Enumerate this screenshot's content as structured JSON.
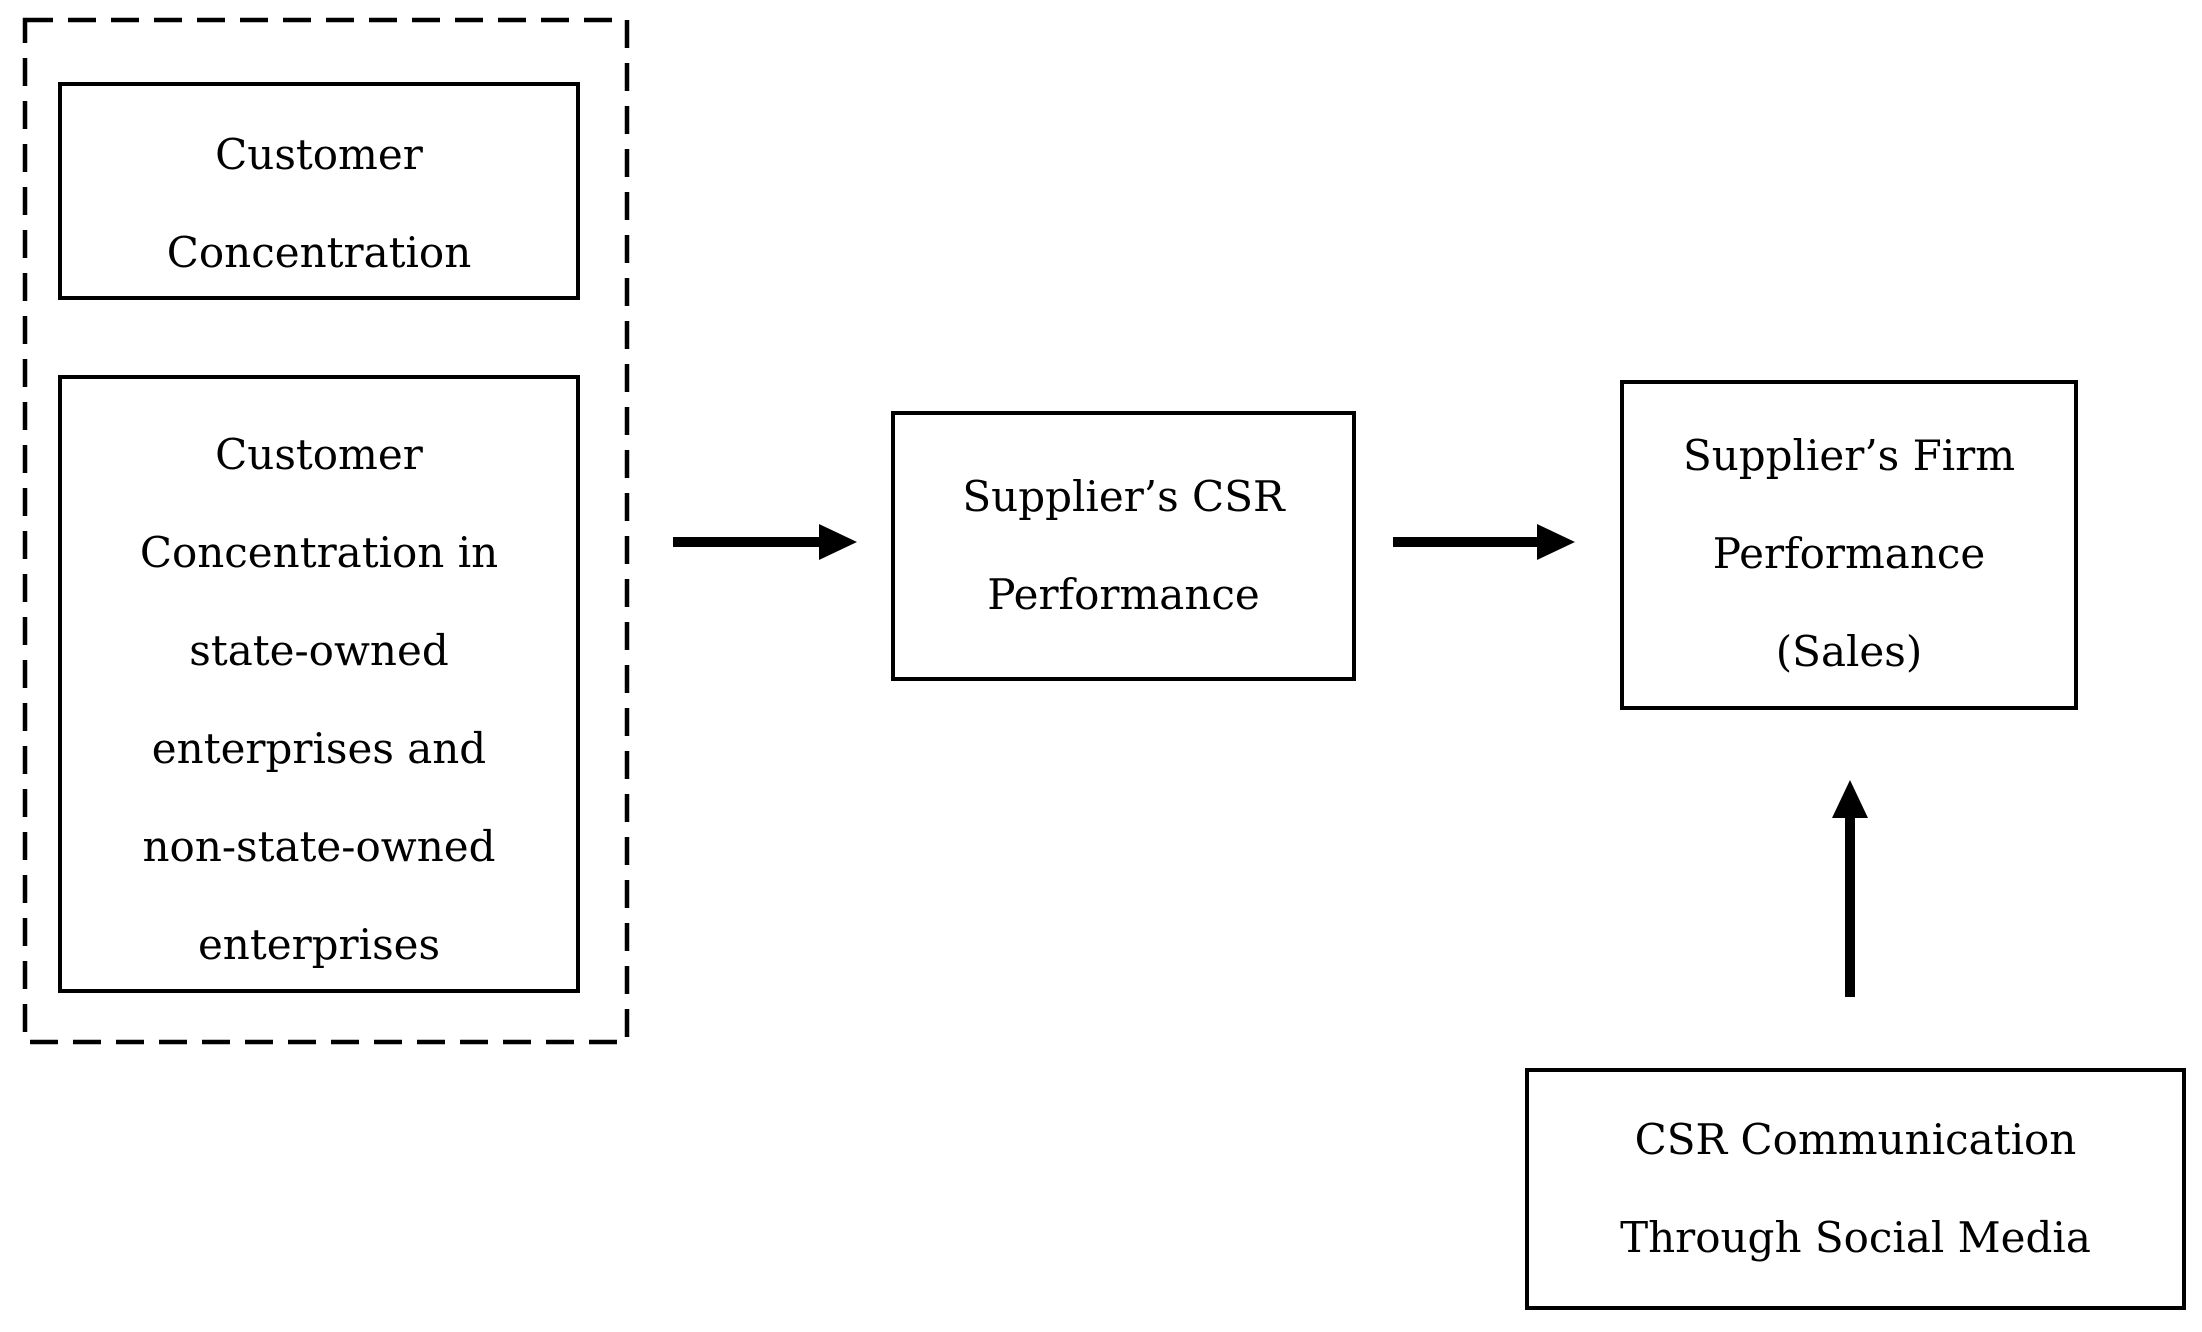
{
  "figure": {
    "type": "conceptual-model-diagram",
    "background_color": "#ffffff",
    "stroke_color": "#000000",
    "group": {
      "id": "customer-concentration-group",
      "outline_style": "dashed",
      "contains": [
        "customer_concentration",
        "customer_concentration_ownership"
      ]
    },
    "boxes": {
      "customer_concentration": {
        "lines": [
          "Customer",
          "Concentration"
        ]
      },
      "customer_concentration_ownership": {
        "lines": [
          "Customer",
          "Concentration in",
          "state-owned",
          "enterprises and",
          "non-state-owned",
          "enterprises"
        ]
      },
      "supplier_csr_performance": {
        "lines": [
          "Supplier’s CSR",
          "Performance"
        ]
      },
      "supplier_firm_performance": {
        "lines": [
          "Supplier’s Firm",
          "Performance",
          "(Sales)"
        ]
      },
      "csr_communication": {
        "lines": [
          "CSR Communication",
          "Through Social Media"
        ]
      }
    },
    "arrows": [
      {
        "id": "arrow-concentration-to-csr",
        "from": "customer-concentration-group",
        "to": "supplier_csr_performance",
        "direction": "right"
      },
      {
        "id": "arrow-csr-to-firm",
        "from": "supplier_csr_performance",
        "to": "supplier_firm_performance",
        "direction": "right"
      },
      {
        "id": "arrow-communication-to-firm",
        "from": "csr_communication",
        "to": "supplier_firm_performance",
        "direction": "up"
      }
    ]
  }
}
